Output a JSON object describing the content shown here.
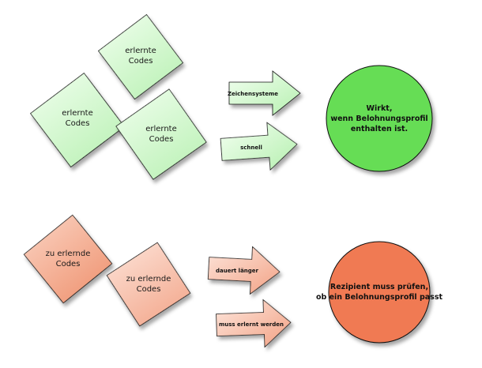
{
  "colors": {
    "green_fill_light": "#f2fff0",
    "green_fill_dark": "#b6f0b0",
    "green_circle": "#66dd55",
    "orange_fill_light": "#fde6dc",
    "orange_fill_dark": "#f2a184",
    "orange_circle": "#f07a52",
    "outline": "#111111"
  },
  "top": {
    "diamonds": [
      {
        "line1": "erlernte",
        "line2": "Codes"
      },
      {
        "line1": "erlernte",
        "line2": "Codes"
      },
      {
        "line1": "erlernte",
        "line2": "Codes"
      }
    ],
    "arrows": [
      {
        "label": "Zeichensysteme"
      },
      {
        "label": "schnell"
      }
    ],
    "circle": {
      "line1": "Wirkt,",
      "line2": "wenn Belohnungsprofil",
      "line3": "enthalten ist."
    }
  },
  "bottom": {
    "diamonds": [
      {
        "line1": "zu erlernde",
        "line2": "Codes"
      },
      {
        "line1": "zu erlernde",
        "line2": "Codes"
      }
    ],
    "arrows": [
      {
        "label": "dauert länger"
      },
      {
        "label": "muss erlernt werden"
      }
    ],
    "circle": {
      "line1": "Rezipient muss prüfen,",
      "line2": "ob ein Belohnungsprofil passt"
    }
  }
}
